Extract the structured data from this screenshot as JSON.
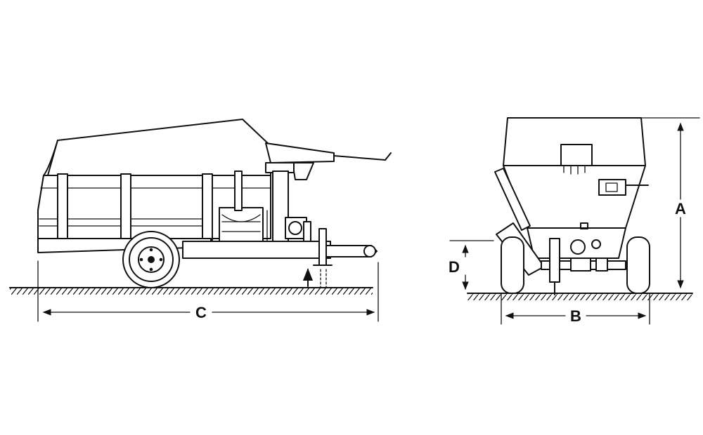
{
  "figure": {
    "views": [
      {
        "name": "side-view"
      },
      {
        "name": "rear-view"
      }
    ],
    "dimensions": {
      "length": "C",
      "width": "B",
      "height": "A",
      "ground_clearance": "D"
    }
  },
  "colors": {
    "line": "#111111",
    "background": "#ffffff"
  }
}
